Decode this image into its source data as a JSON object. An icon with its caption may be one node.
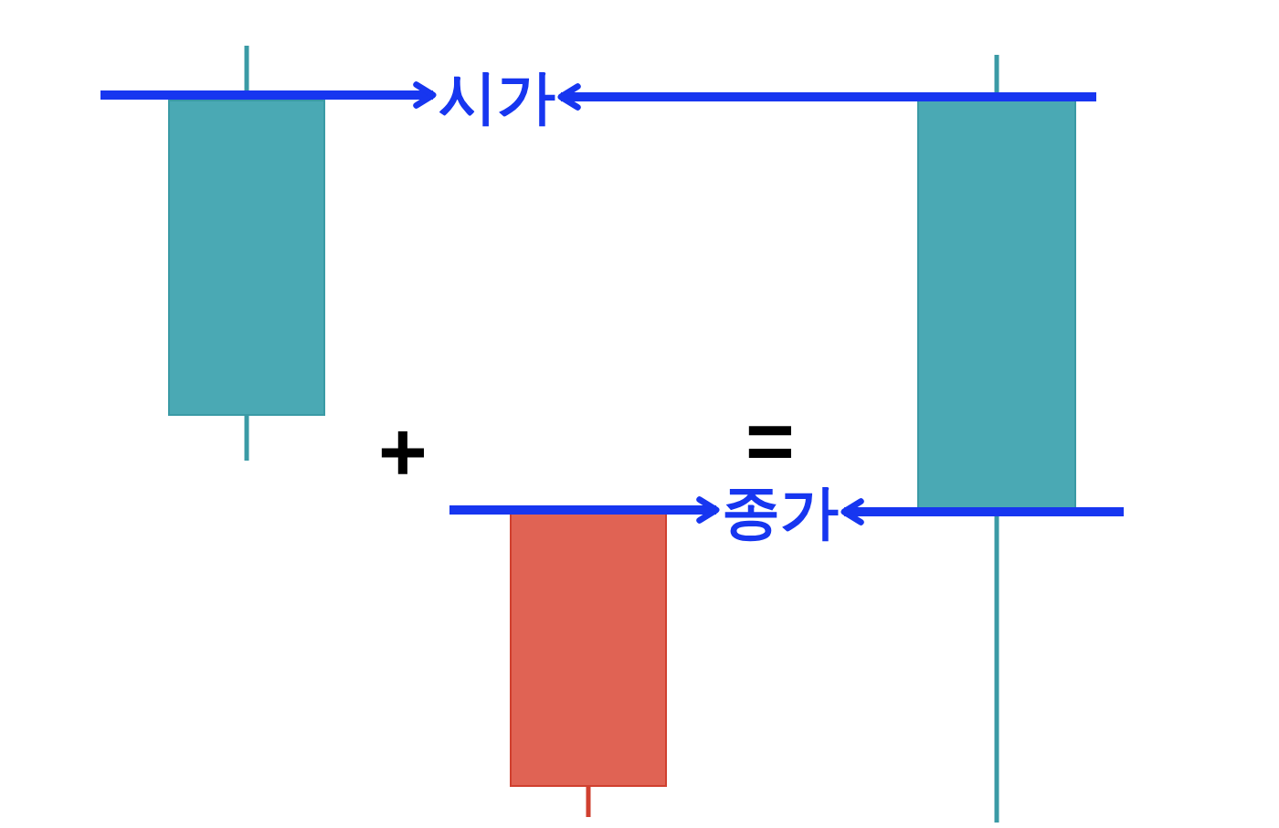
{
  "diagram": {
    "nodes": [
      {
        "text": [],
        "shape": "bar"
      },
      {
        "text": [
          "시가"
        ]
      },
      {
        "text": [],
        "shape": "bar"
      },
      {
        "text": [],
        "shape": "bar"
      },
      {
        "text": [
          "종가"
        ]
      }
    ],
    "edges": [
      {
        "from": 0,
        "to": 1,
        "arrow": "to"
      },
      {
        "from": 2,
        "to": 1,
        "arrow": "to"
      },
      {
        "from": 3,
        "to": 4,
        "arrow": "to"
      },
      {
        "from": 2,
        "to": 4,
        "arrow": "to"
      }
    ],
    "labels": [
      "+",
      "="
    ]
  }
}
